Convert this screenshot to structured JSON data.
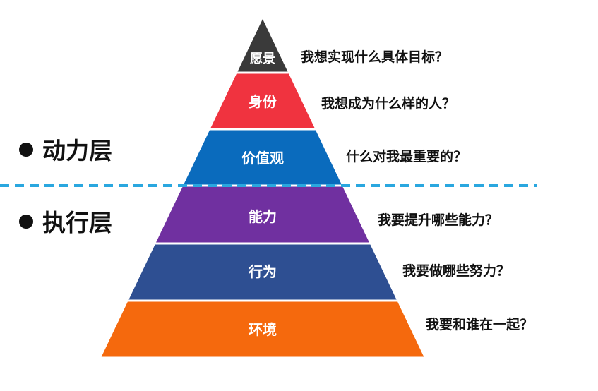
{
  "groups": {
    "motivation": {
      "label": "动力层"
    },
    "execution": {
      "label": "执行层"
    }
  },
  "colors": {
    "divider": "#2aa7df",
    "bullet": "#111111"
  },
  "tiers": [
    {
      "label": "愿景",
      "question": "我想实现什么具体目标？",
      "color": "#3a3a3a"
    },
    {
      "label": "身份",
      "question": "我想成为什么样的人？",
      "color": "#f0333f"
    },
    {
      "label": "价值观",
      "question": "什么对我最重要的？",
      "color": "#0a6bbd"
    },
    {
      "label": "能力",
      "question": "我要提升哪些能力？",
      "color": "#7030a0"
    },
    {
      "label": "行为",
      "question": "我要做哪些努力？",
      "color": "#2e4f92"
    },
    {
      "label": "环境",
      "question": "我要和谁在一起？",
      "color": "#f5690d"
    }
  ]
}
